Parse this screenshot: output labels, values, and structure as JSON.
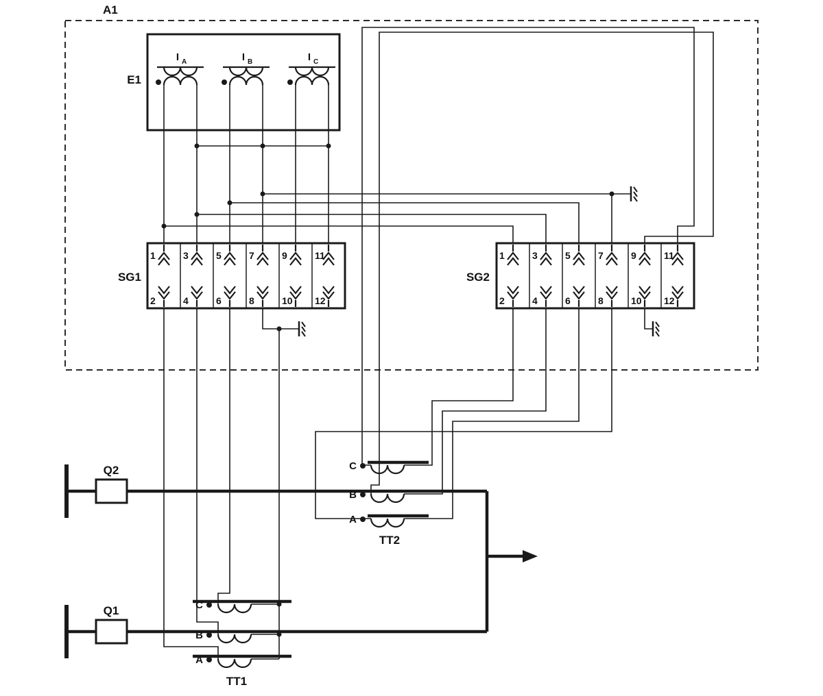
{
  "colors": {
    "line": "#1a1a1a",
    "background": "#ffffff"
  },
  "module": {
    "label": "A1"
  },
  "transformer_block": {
    "label": "E1",
    "windings": [
      {
        "base": "I",
        "sub": "A"
      },
      {
        "base": "I",
        "sub": "B"
      },
      {
        "base": "I",
        "sub": "C"
      }
    ]
  },
  "terminal_blocks": {
    "sg1": {
      "label": "SG1"
    },
    "sg2": {
      "label": "SG2"
    },
    "top_terminals": [
      "1",
      "3",
      "5",
      "7",
      "9",
      "11"
    ],
    "bottom_terminals": [
      "2",
      "4",
      "6",
      "8",
      "10",
      "12"
    ]
  },
  "breakers": {
    "q2": {
      "label": "Q2"
    },
    "q1": {
      "label": "Q1"
    }
  },
  "current_transformers": {
    "tt2": {
      "label": "TT2",
      "phases": [
        "C",
        "B",
        "A"
      ]
    },
    "tt1": {
      "label": "TT1",
      "phases": [
        "C",
        "B",
        "A"
      ]
    }
  }
}
